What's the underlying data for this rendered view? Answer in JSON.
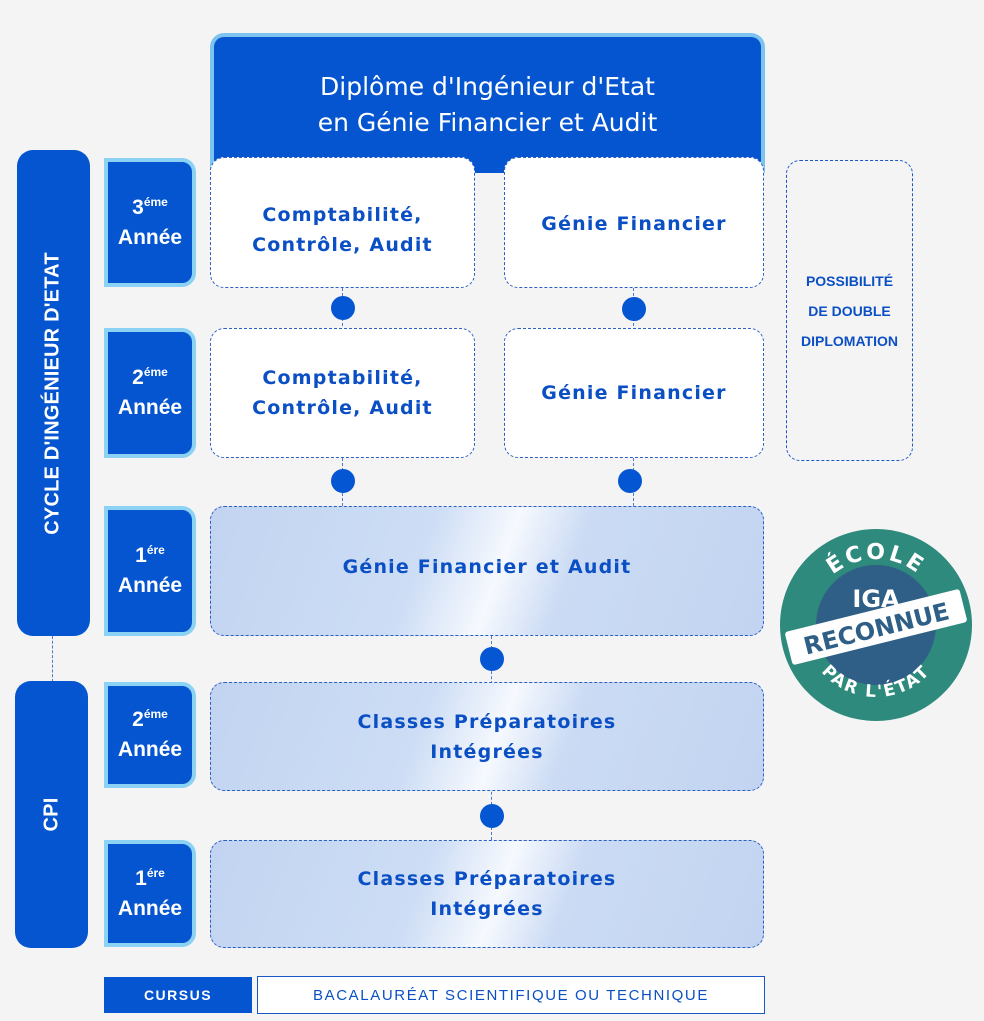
{
  "diploma": {
    "line1": "Diplôme d'Ingénieur d'Etat",
    "line2": "en Génie Financier et Audit"
  },
  "cycles": {
    "ingenieur": "CYCLE D'INGÉNIEUR D'ETAT",
    "cpi": "CPI"
  },
  "years": [
    {
      "num": "3",
      "sup": "éme",
      "label": "Année"
    },
    {
      "num": "2",
      "sup": "éme",
      "label": "Année"
    },
    {
      "num": "1",
      "sup": "ére",
      "label": "Année"
    },
    {
      "num": "2",
      "sup": "éme",
      "label": "Année"
    },
    {
      "num": "1",
      "sup": "ére",
      "label": "Année"
    }
  ],
  "boxes": {
    "y3_left_1": "Comptabilité,",
    "y3_left_2": "Contrôle, Audit",
    "y3_right": "Génie Financier",
    "y2_left_1": "Comptabilité,",
    "y2_left_2": "Contrôle, Audit",
    "y2_right": "Génie Financier",
    "y1": "Génie Financier et Audit",
    "cpi2_1": "Classes Préparatoires",
    "cpi2_2": "Intégrées",
    "cpi1_1": "Classes Préparatoires",
    "cpi1_2": "Intégrées"
  },
  "double_diploma": [
    "POSSIBILITÉ",
    "DE DOUBLE",
    "DIPLOMATION"
  ],
  "badge": {
    "top": "ÉCOLE",
    "line1": "IGA",
    "line2": "RECONNUE",
    "bottom": "PAR L'ÉTAT",
    "colors": {
      "outer": "#2e8a7d",
      "inner": "#2f5f86",
      "ribbon": "#ffffff"
    }
  },
  "footer": {
    "cursus": "CURSUS",
    "bac": "BACALAURÉAT SCIENTIFIQUE OU TECHNIQUE"
  }
}
